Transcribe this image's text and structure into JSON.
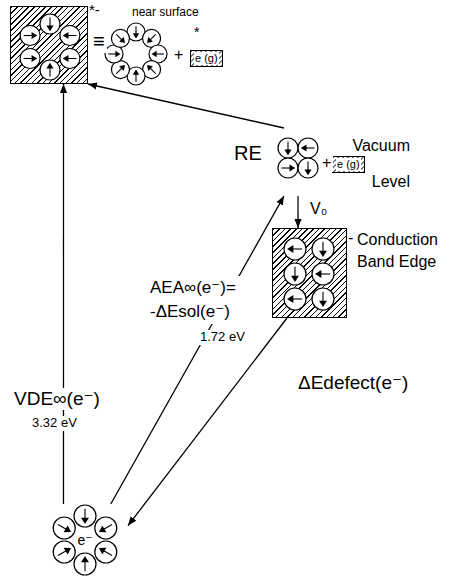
{
  "diagram": {
    "nodes": [
      {
        "text": [
          "*-"
        ]
      },
      {
        "text": [
          "near surface",
          "*"
        ]
      },
      {
        "text": [
          "e (g)"
        ],
        "in": 1
      },
      {
        "text": [
          "Vacuum Level"
        ]
      },
      {
        "text": [
          "e (g)"
        ],
        "in": 3
      },
      {
        "text": [
          "-",
          "Conduction Band Edge"
        ]
      },
      {
        "text": [
          "e⁻"
        ]
      }
    ],
    "edges": [
      {
        "from": 3,
        "to": 0,
        "arrow": "to",
        "label": "RE"
      },
      {
        "from": 3,
        "to": 5,
        "arrow": "to",
        "label": "V₀"
      },
      {
        "from": 5,
        "to": 6,
        "arrow": "to",
        "label": "ΔEdefect(e⁻)"
      },
      {
        "from": 6,
        "to": 3,
        "arrow": "to",
        "label": "AEA∞(e⁻)= -ΔEsol(e⁻)"
      },
      {
        "from": 6,
        "to": 0,
        "arrow": "to",
        "label": "VDE∞(e⁻)"
      }
    ],
    "labels": [
      "≡",
      "+",
      "+",
      "1.72 eV",
      "3.32 eV"
    ]
  }
}
